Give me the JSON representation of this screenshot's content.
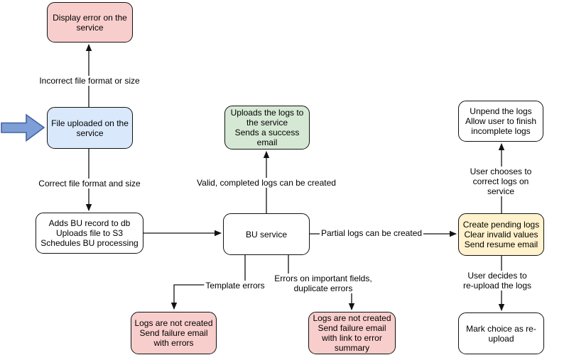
{
  "nodes": {
    "display_error": "Display error on the\nservice",
    "file_uploaded": "File uploaded on the\nservice",
    "adds_bu": "Adds BU record to db\nUploads file to S3\nSchedules BU processing",
    "bu_service": "BU service",
    "uploads_logs": "Uploads the logs to\nthe service\nSends a success\nemail",
    "unpend": "Unpend the logs\nAllow user to finish\nincomplete logs",
    "create_pending": "Create pending logs\nClear invalid values\nSend resume email",
    "mark_reupload": "Mark choice as re-\nupload",
    "logs_failure_errors": "Logs are not created\nSend failure email\nwith errors",
    "logs_failure_summary": "Logs are not created\nSend failure email\nwith link to error\nsummary"
  },
  "edge_labels": {
    "incorrect_format": "Incorrect file format or size",
    "correct_format": "Correct file format and size",
    "valid_completed": "Valid, completed logs can be created",
    "partial_logs": "Partial logs can be created",
    "template_errors": "Template errors",
    "important_field_errors": "Errors on important fields,\nduplicate errors",
    "user_corrects": "User chooses to correct logs on service",
    "user_reuploads": "User decides to re-upload the logs"
  },
  "colors": {
    "error_fill": "#F8CECC",
    "input_fill": "#DAE8FC",
    "success_fill": "#D5E8D4",
    "pending_fill": "#FFF2CC",
    "process_fill": "#FFFFFF",
    "stroke": "#121212",
    "pointer_fill": "#7D9ED6",
    "pointer_stroke": "#44639E"
  }
}
